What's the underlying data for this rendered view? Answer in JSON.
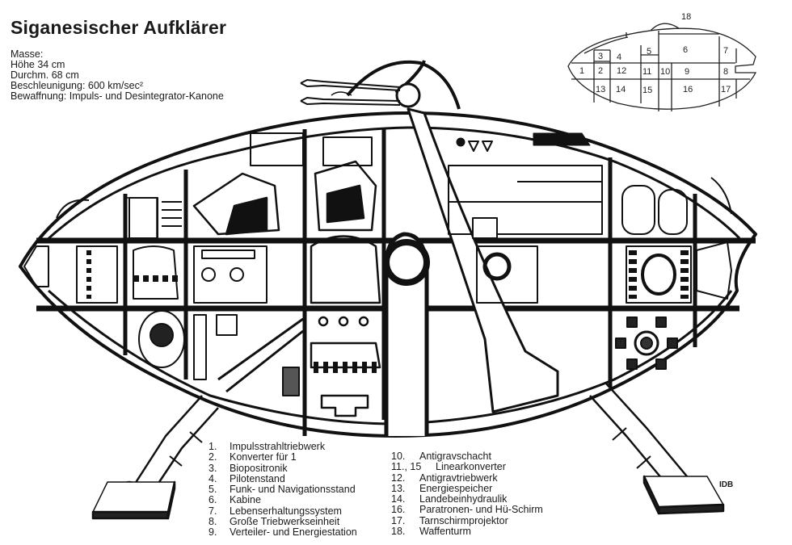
{
  "title": "Siganesischer Aufklärer",
  "specs": [
    "Masse:",
    "Höhe 34 cm",
    "Durchm. 68 cm",
    "Beschleunigung: 600 km/sec²",
    "Bewaffnung: Impuls- und Desintegrator-Kanone"
  ],
  "legend_left": [
    {
      "num": "1.",
      "label": "Impulsstrahltriebwerk"
    },
    {
      "num": "2.",
      "label": "Konverter für 1"
    },
    {
      "num": "3.",
      "label": "Biopositronik"
    },
    {
      "num": "4.",
      "label": "Pilotenstand"
    },
    {
      "num": "5.",
      "label": "Funk- und Navigationsstand"
    },
    {
      "num": "6.",
      "label": "Kabine"
    },
    {
      "num": "7.",
      "label": "Lebenserhaltungssystem"
    },
    {
      "num": "8.",
      "label": "Große Triebwerkseinheit"
    },
    {
      "num": "9.",
      "label": "Verteiler- und Energiestation"
    }
  ],
  "legend_right": [
    {
      "num": "10.",
      "label": "Antigravschacht"
    },
    {
      "num": "11., 15",
      "label": "Linearkonverter"
    },
    {
      "num": "12.",
      "label": "Antigravtriebwerk"
    },
    {
      "num": "13.",
      "label": "Energiespeicher"
    },
    {
      "num": "14.",
      "label": "Landebeinhydraulik"
    },
    {
      "num": "16.",
      "label": "Paratronen- und Hü-Schirm"
    },
    {
      "num": "17.",
      "label": "Tarnschirmprojektor"
    },
    {
      "num": "18.",
      "label": "Waffenturm"
    }
  ],
  "mini_map_labels": {
    "n1": "1",
    "n2": "2",
    "n3": "3",
    "n4": "4",
    "n5": "5",
    "n6": "6",
    "n7": "7",
    "n8": "8",
    "n9": "9",
    "n10": "10",
    "n11": "11",
    "n12": "12",
    "n13": "13",
    "n14": "14",
    "n15": "15",
    "n16": "16",
    "n17": "17",
    "n18": "18"
  },
  "signature": "IDB"
}
